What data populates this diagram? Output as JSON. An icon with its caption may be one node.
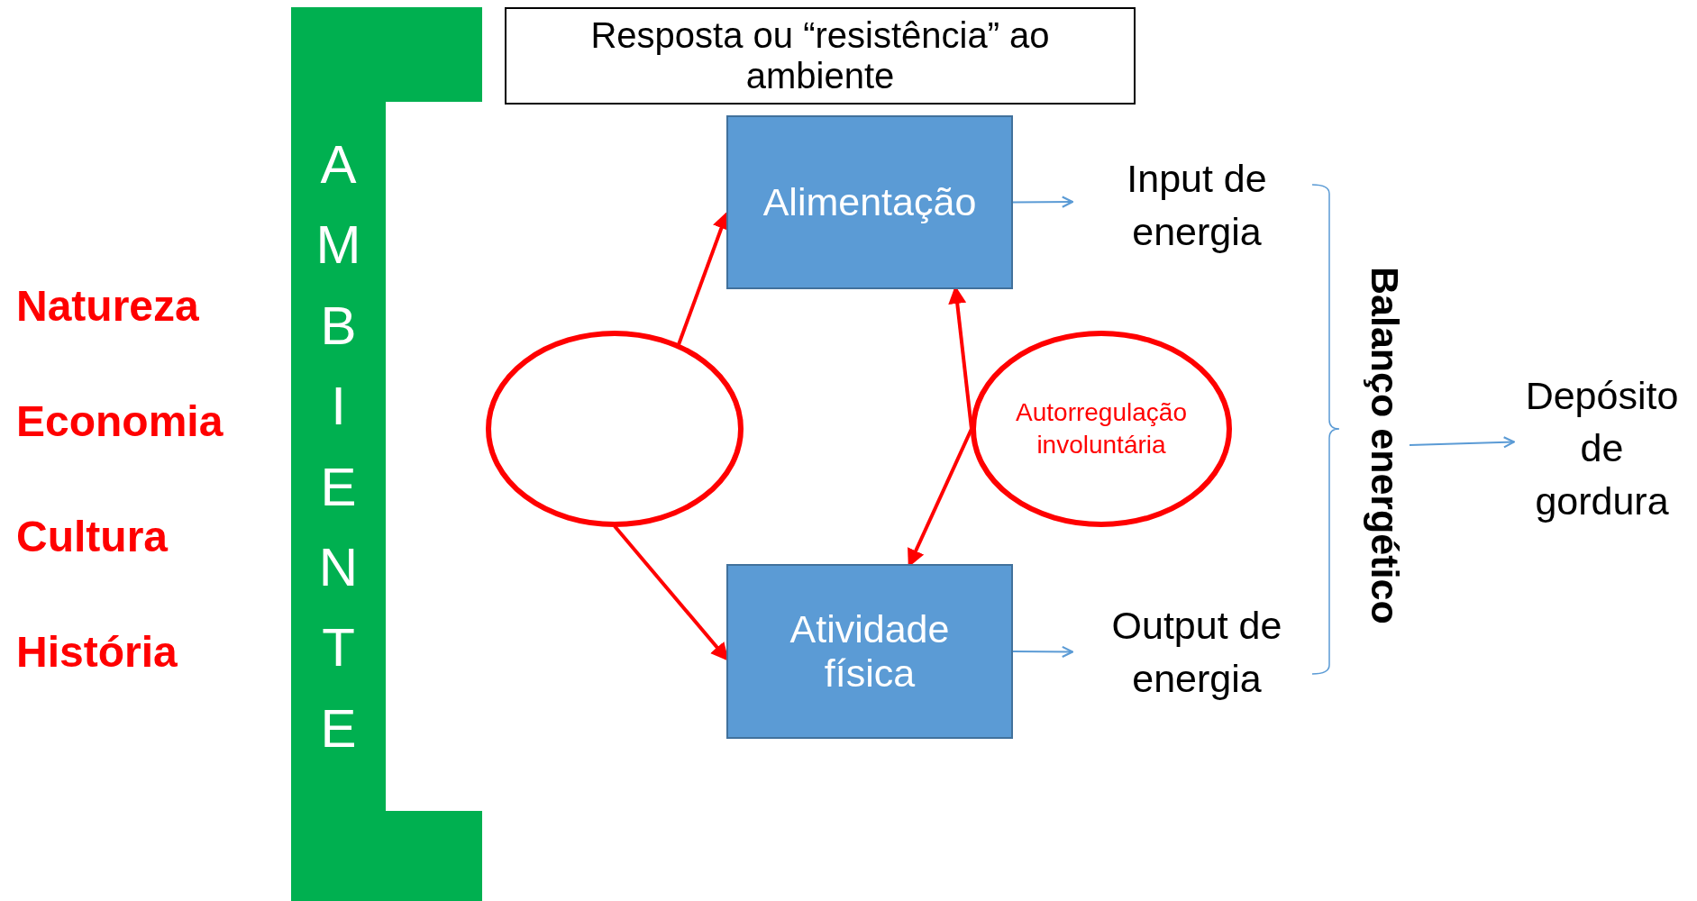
{
  "diagram": {
    "nodes": [
      {
        "text": [
          "AMBIENTE"
        ]
      },
      {
        "text": [
          "Alimentação"
        ]
      },
      {
        "text": [
          "Input de energia"
        ]
      },
      {
        "text": [
          "Resposta ou “resistência” ao ambiente"
        ]
      },
      {
        "text": [],
        "shape": "circle"
      },
      {
        "text": [
          "Autorregulação involuntária"
        ]
      },
      {
        "text": [
          "Atividade física"
        ]
      },
      {
        "text": [
          "Output de energia"
        ]
      },
      {
        "text": [
          "Balanço energético"
        ]
      },
      {
        "text": [
          "Depósito de gordura"
        ]
      }
    ],
    "edges": [
      {
        "from": 4,
        "to": 1,
        "arrow": "to"
      },
      {
        "from": 4,
        "to": 6,
        "arrow": "to"
      },
      {
        "from": 5,
        "to": 1,
        "arrow": "to"
      },
      {
        "from": 5,
        "to": 6,
        "arrow": "to"
      },
      {
        "from": 1,
        "to": 2,
        "arrow": "to",
        "color": "#5b9bd5"
      },
      {
        "from": 6,
        "to": 7,
        "arrow": "to",
        "color": "#5b9bd5"
      },
      {
        "from": 8,
        "to": 9,
        "arrow": "to",
        "color": "#5b9bd5"
      }
    ],
    "labels": [
      "Natureza",
      "Economia",
      "Cultura",
      "História"
    ]
  }
}
